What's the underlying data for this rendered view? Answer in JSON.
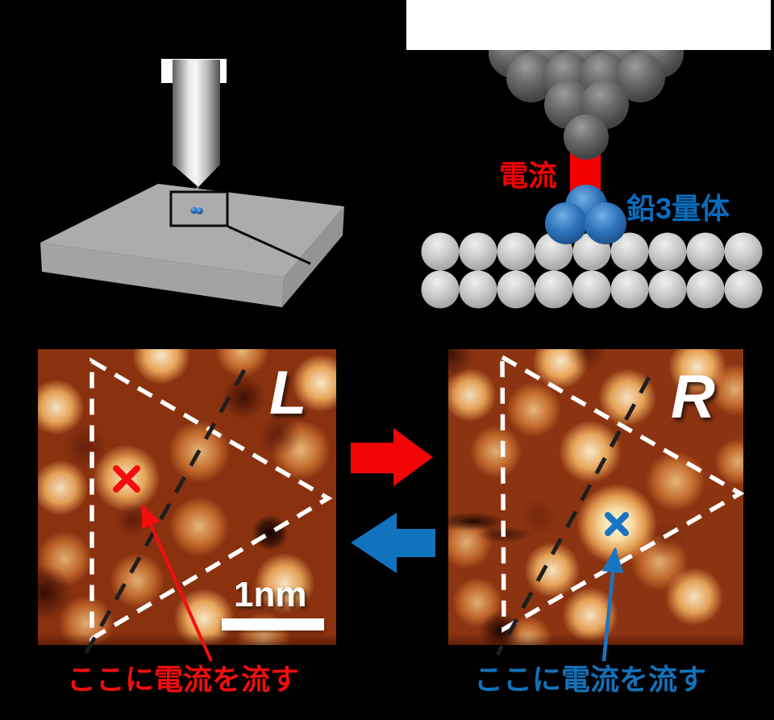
{
  "labels": {
    "current": "電流",
    "trimer": "鉛3量体",
    "left_image": "L",
    "right_image": "R",
    "scale": "1nm",
    "left_caption": "ここに電流を流す",
    "right_caption": "ここに電流を流す"
  },
  "markers": {
    "left_cross_color": "#F30E0E",
    "right_cross_color": "#1B74C2"
  },
  "arrows": {
    "forward_color": "#F00606",
    "backward_color": "#1173BE"
  },
  "colors": {
    "background": "#000000",
    "title_box": "#FFFFFF",
    "current_red": "#F40000",
    "trimer_blue": "#0B6CBC",
    "caption_red": "#F20D0D",
    "caption_blue": "#1272BA",
    "stm_bright": "#FDF1D2",
    "stm_mid": "#E2883E",
    "stm_dark": "#5A140A",
    "triangle_outline": "#FFFFFF"
  }
}
